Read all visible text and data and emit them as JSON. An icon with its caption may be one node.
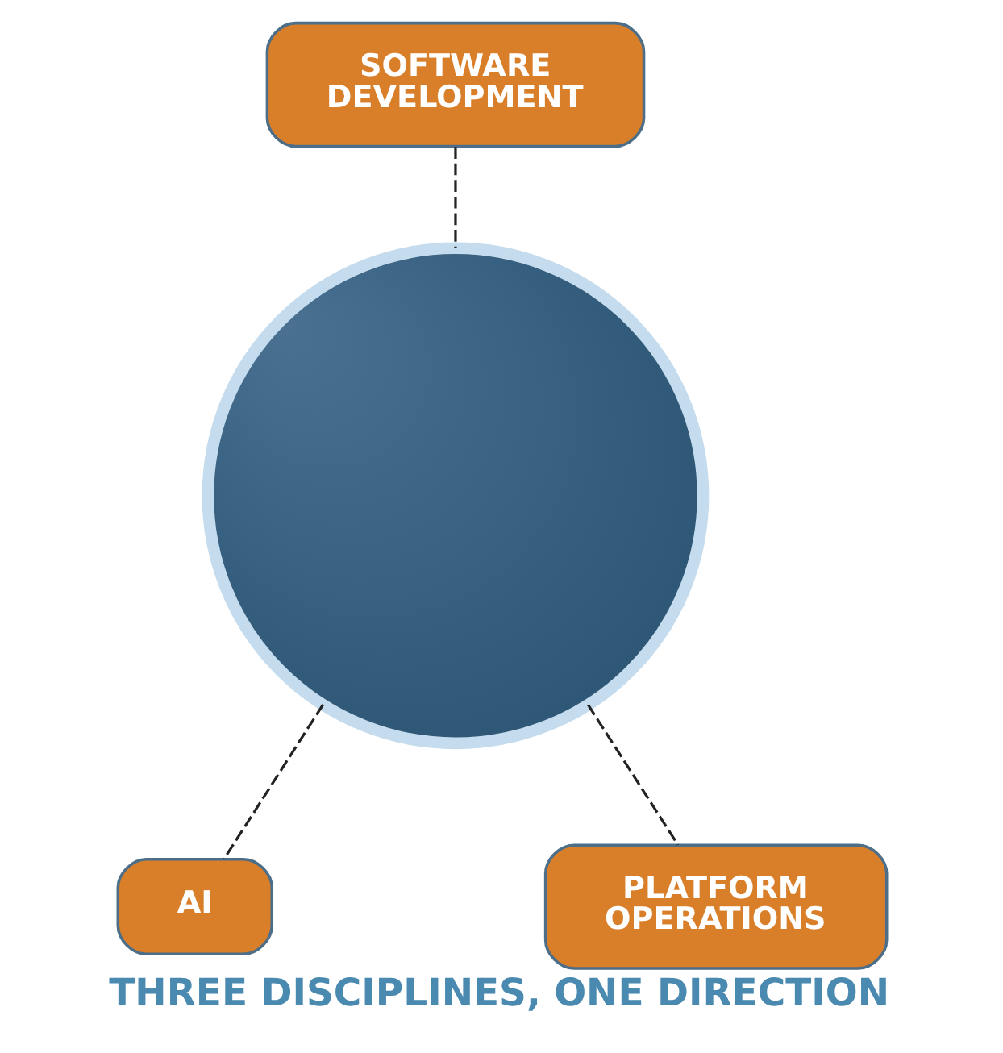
{
  "diagram": {
    "caption": "THREE DISCIPLINES, ONE DIRECTION",
    "nodes": [
      {
        "text": [
          "SOFTWARE DEVELOPMENT"
        ]
      },
      {
        "text": [],
        "shape": "circle"
      },
      {
        "text": [
          "AI"
        ]
      },
      {
        "text": [
          "PLATFORM OPERATIONS"
        ]
      }
    ],
    "edges": [
      {
        "from": 0,
        "to": 1,
        "arrow": "none",
        "style": "dashed"
      },
      {
        "from": 1,
        "to": 2,
        "arrow": "none",
        "style": "dashed"
      },
      {
        "from": 1,
        "to": 3,
        "arrow": "none",
        "style": "dashed"
      }
    ]
  }
}
